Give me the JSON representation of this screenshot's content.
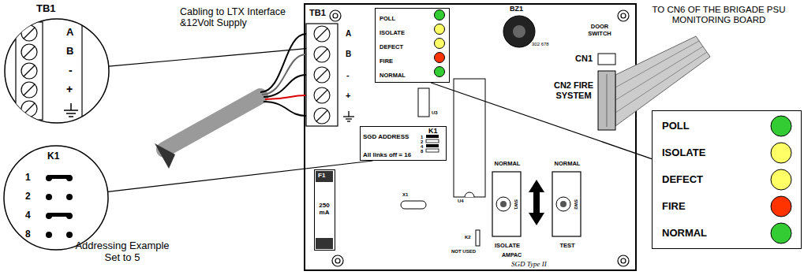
{
  "diagram": {
    "nodes": [
      {
        "text": [
          "TB1",
          "A",
          "B",
          "-",
          "+"
        ]
      },
      {
        "text": [
          "K1",
          "1",
          "2",
          "4",
          "8"
        ]
      },
      {
        "text": [
          "AMPAC",
          "SGD Type II"
        ]
      },
      {
        "text": [
          "POLL",
          "ISOLATE",
          "DEFECT",
          "FIRE",
          "NORMAL"
        ],
        "in": 2
      },
      {
        "text": [
          "BZ1",
          "302 678"
        ],
        "in": 2
      },
      {
        "text": [
          "TB1",
          "A",
          "B",
          "-",
          "+"
        ],
        "in": 2
      },
      {
        "text": [
          "DOOR SWITCH",
          "CN1"
        ],
        "in": 2
      },
      {
        "text": [
          "CN2 FIRE SYSTEM"
        ],
        "in": 2
      },
      {
        "text": [
          "SGD ADDRESS",
          "K1",
          "1",
          "2",
          "4",
          "8",
          "All links off = 16"
        ],
        "in": 2
      },
      {
        "text": [
          "F1",
          "250 mA"
        ],
        "in": 2
      },
      {
        "text": [
          "NORMAL",
          "SW1",
          "ISOLATE"
        ],
        "in": 2
      },
      {
        "text": [
          "NORMAL",
          "SW2",
          "TEST"
        ],
        "in": 2
      },
      {
        "text": [
          "POLL",
          "ISOLATE",
          "DEFECT",
          "FIRE",
          "NORMAL"
        ]
      }
    ],
    "edges": [
      {
        "from": 0,
        "to": 5,
        "arrow": "none"
      },
      {
        "from": 1,
        "to": 8,
        "arrow": "none"
      },
      {
        "from": 12,
        "to": 3,
        "arrow": "none"
      }
    ],
    "labels": [
      "Cabling to LTX Interface &12Volt Supply",
      "Addressing Example Set to 5",
      "TO CN6 OF THE BRIGADE PSU MONITORING BOARD",
      "U3",
      "X1",
      "U4",
      "K2",
      "NOT USED"
    ]
  }
}
